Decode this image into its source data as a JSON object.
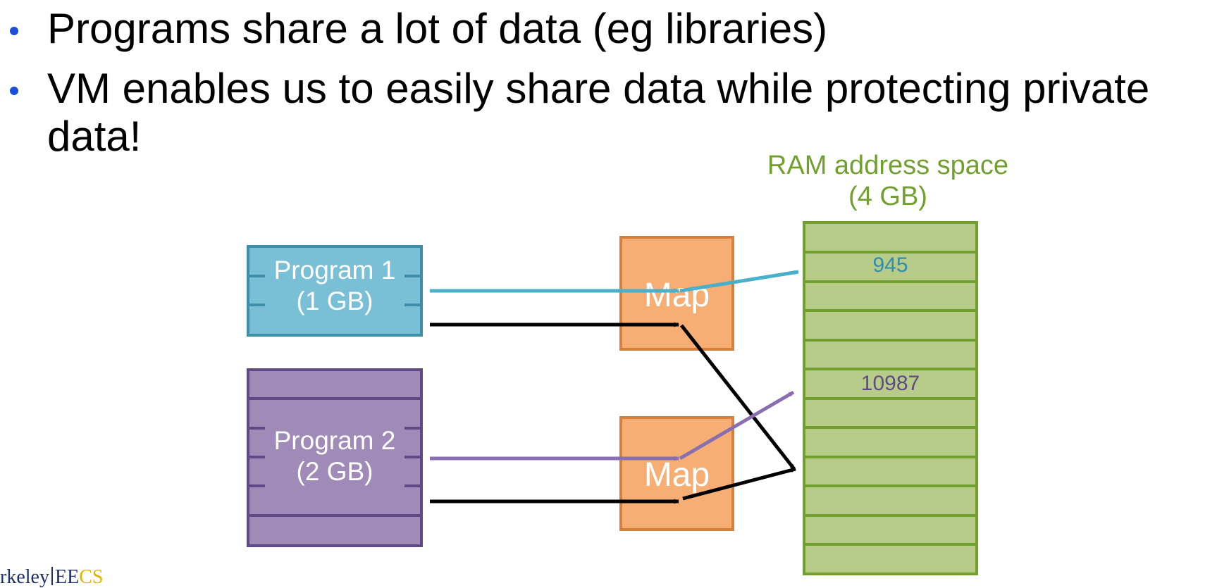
{
  "bullets": [
    {
      "line1": "Programs share a lot of data (eg libraries)",
      "line2": ""
    },
    {
      "line1": "VM enables us to easily share data while protecting private",
      "line2": "data!"
    }
  ],
  "ram": {
    "title_line1": "RAM address space",
    "title_line2": "(4 GB)",
    "cell_values": {
      "teal": "945",
      "purple": "10987"
    }
  },
  "program1": {
    "name": "Program 1",
    "size": "(1 GB)"
  },
  "program2": {
    "name": "Program 2",
    "size": "(2 GB)"
  },
  "map_labels": {
    "top": "Map",
    "bottom": "Map"
  },
  "logo": {
    "left": "rkeley",
    "right_main": "EE",
    "right_accent": "CS"
  },
  "colors": {
    "program1": "#79c0d6",
    "program2": "#a08ab8",
    "map": "#f6ae74",
    "ram": "#b6cc88",
    "teal_arrow": "#4aafc8",
    "purple_arrow": "#8a6fb0",
    "black_arrow": "#000000"
  }
}
